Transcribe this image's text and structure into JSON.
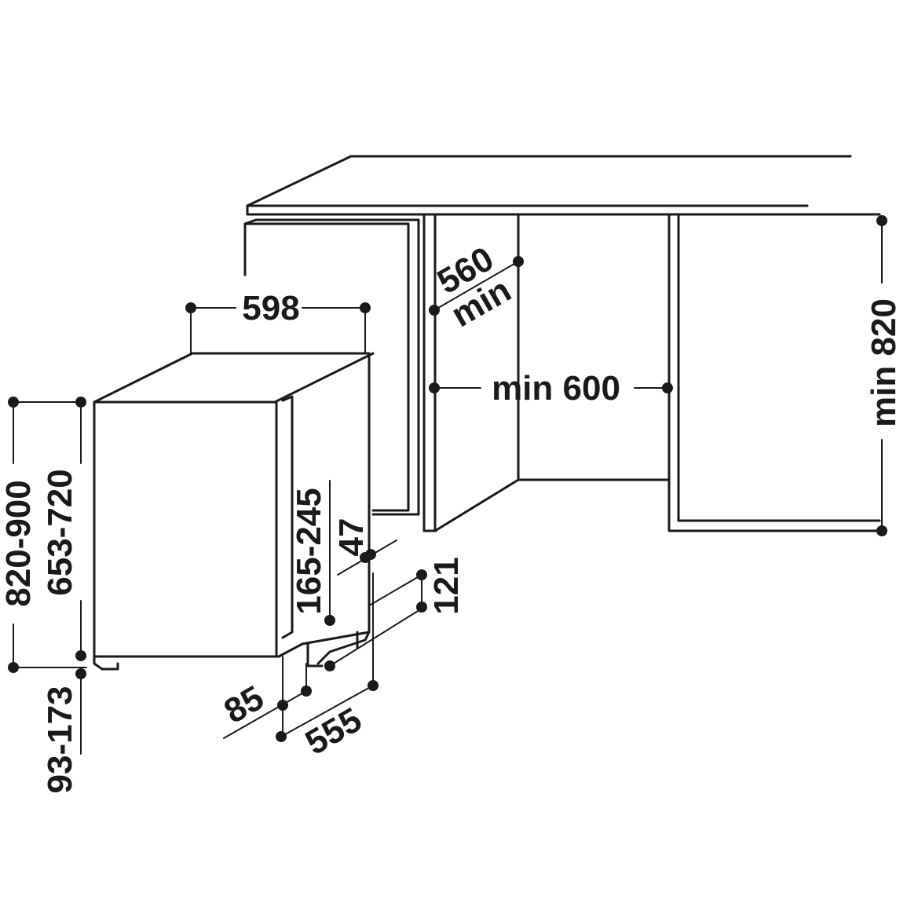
{
  "dimensions": {
    "dishwasher_width": "598",
    "total_height": "820-900",
    "body_height": "653-720",
    "plinth_height": "93-173",
    "plinth_recess": "165-245",
    "door_gap": "47",
    "foot_step": "121",
    "foot_depth": "85",
    "depth": "555",
    "niche_depth": "560",
    "niche_depth_unit": "min",
    "niche_width": "min 600",
    "niche_height": "min 820"
  }
}
